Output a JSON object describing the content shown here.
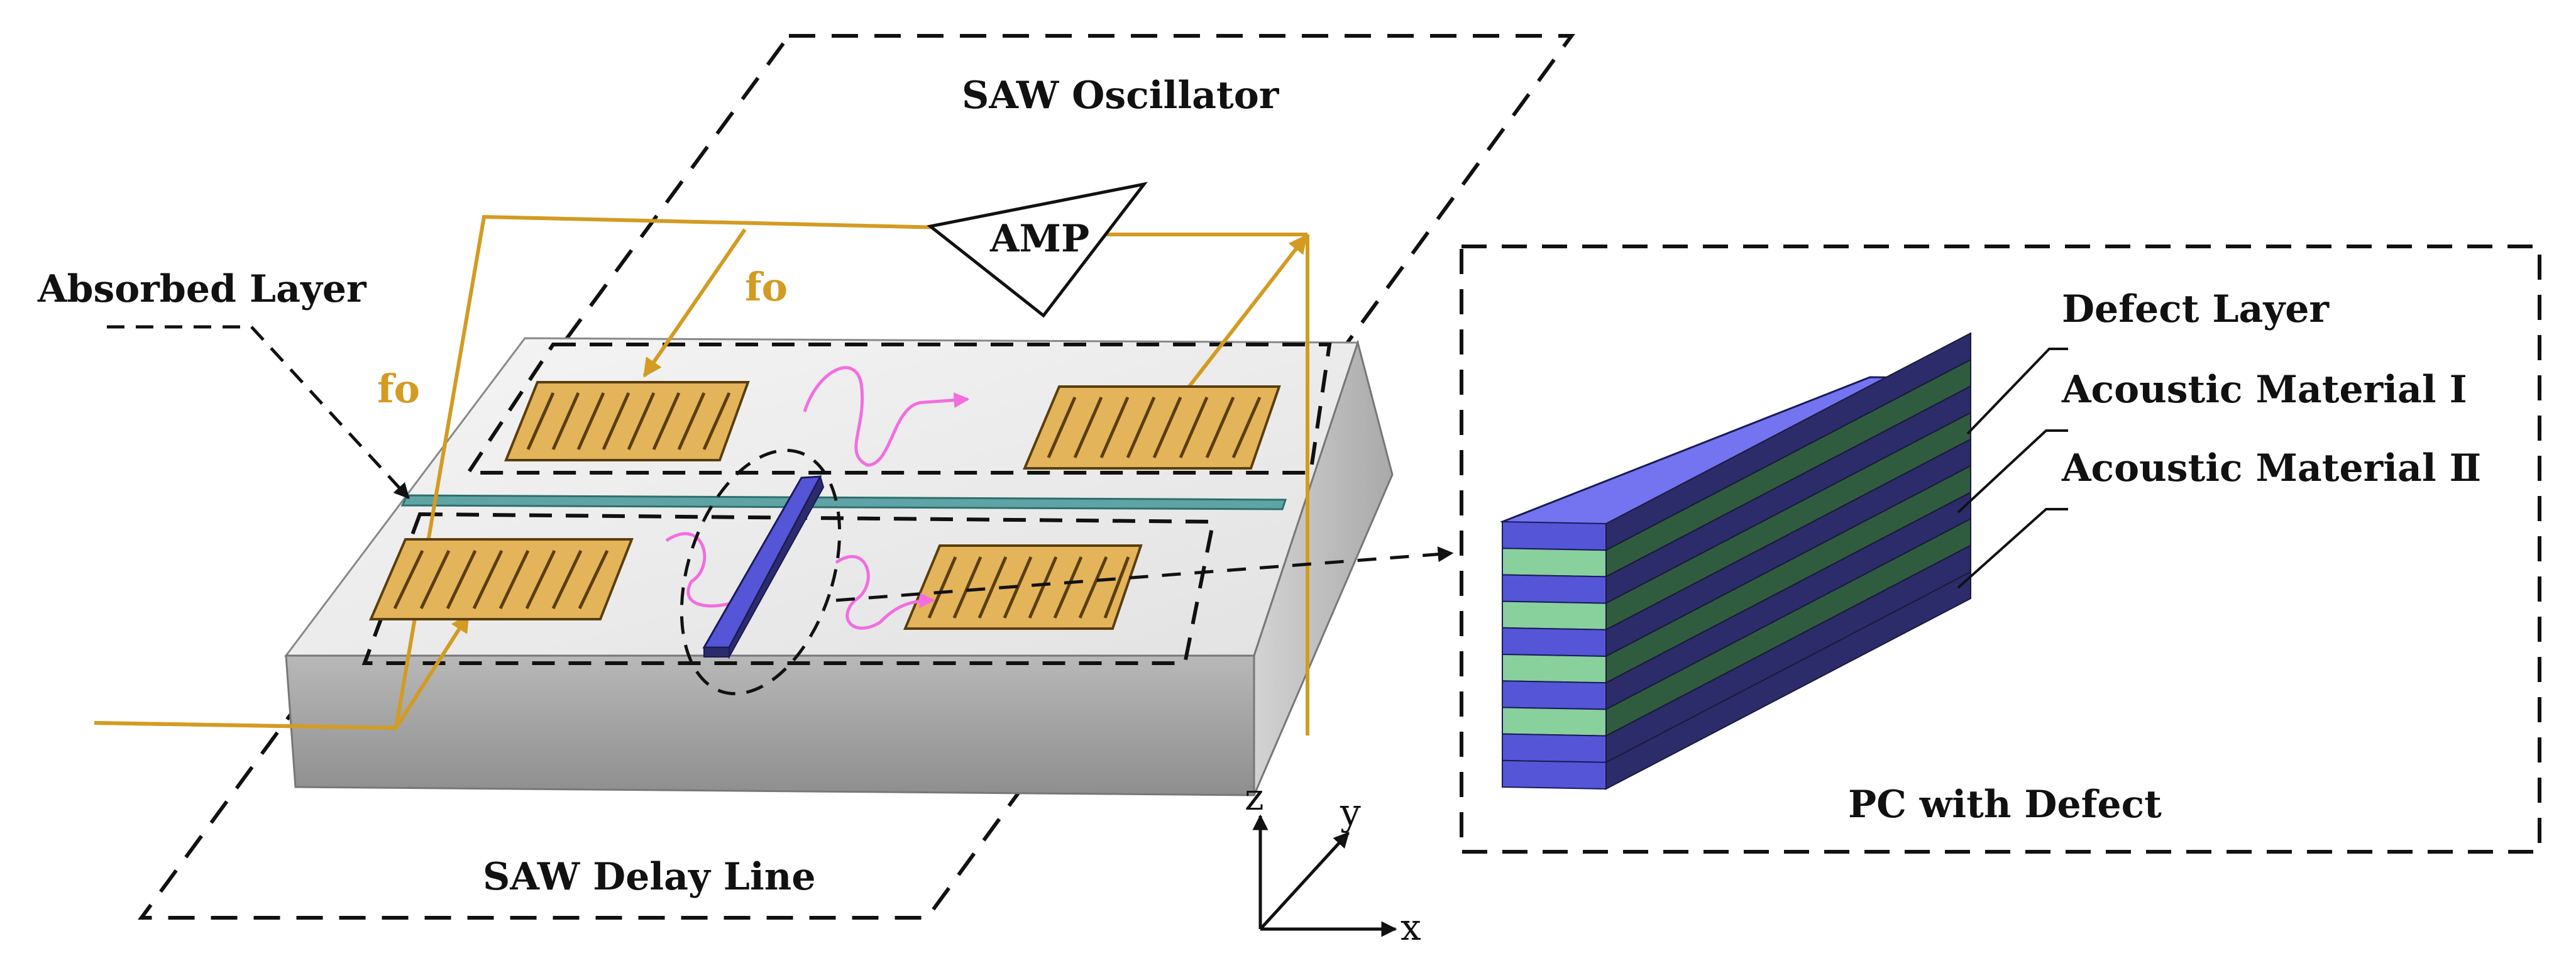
{
  "labels": {
    "saw_oscillator": "SAW Oscillator",
    "amp": "AMP",
    "f0_top": "fo",
    "f0_left": "fo",
    "absorbed_layer": "Absorbed Layer",
    "saw_delay_line": "SAW Delay Line",
    "defect_layer": "Defect Layer",
    "acoustic_material_1": "Acoustic Material Ⅰ",
    "acoustic_material_2": "Acoustic Material Ⅱ",
    "pc_with_defect": "PC with Defect"
  },
  "axes": {
    "z": "z",
    "y": "y",
    "x": "x"
  },
  "colors": {
    "wire": "#d39b22",
    "electrode": "#e4b45a",
    "substrate_top": "#ededed",
    "substrate_front": "#a3a3a3",
    "substrate_side": "#c4c4c4",
    "wave": "#f26ee0",
    "pc_blue": "#5555d8",
    "pc_blue_dark": "#2c2c6a",
    "pc_green": "#88d09c",
    "pc_green_dark": "#2f5c3e",
    "absorber": "#5fa4a4"
  }
}
